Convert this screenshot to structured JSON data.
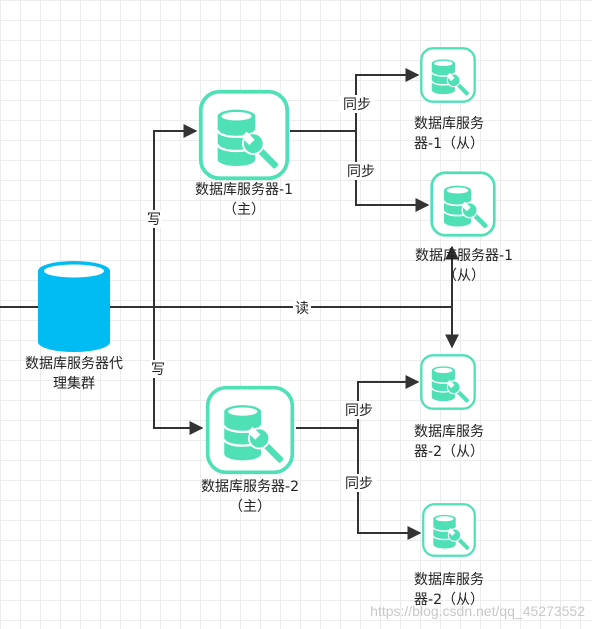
{
  "colors": {
    "server_stroke": "#4fe0b6",
    "proxy_fill": "#00bcf2",
    "line": "#333333"
  },
  "icons": {
    "proxy": "database-cylinder-icon",
    "server": "database-wrench-icon"
  },
  "nodes": {
    "proxy": [
      "数据库服务器代",
      "理集群"
    ],
    "master1": [
      "数据库服务器-1",
      "（主）"
    ],
    "slave1a": [
      "数据库服务",
      "器-1（从）"
    ],
    "slave1b": [
      "数据库服务器-1",
      "（从）"
    ],
    "master2": [
      "数据库服务器-2",
      "（主）"
    ],
    "slave2a": [
      "数据库服务",
      "器-2（从）"
    ],
    "slave2b": [
      "数据库服务",
      "器-2（从）"
    ]
  },
  "edges": {
    "write1": "写",
    "write2": "写",
    "read": "读",
    "sync1a": "同步",
    "sync1b": "同步",
    "sync2a": "同步",
    "sync2b": "同步"
  },
  "watermark": "https://blog.csdn.net/qq_45273552"
}
